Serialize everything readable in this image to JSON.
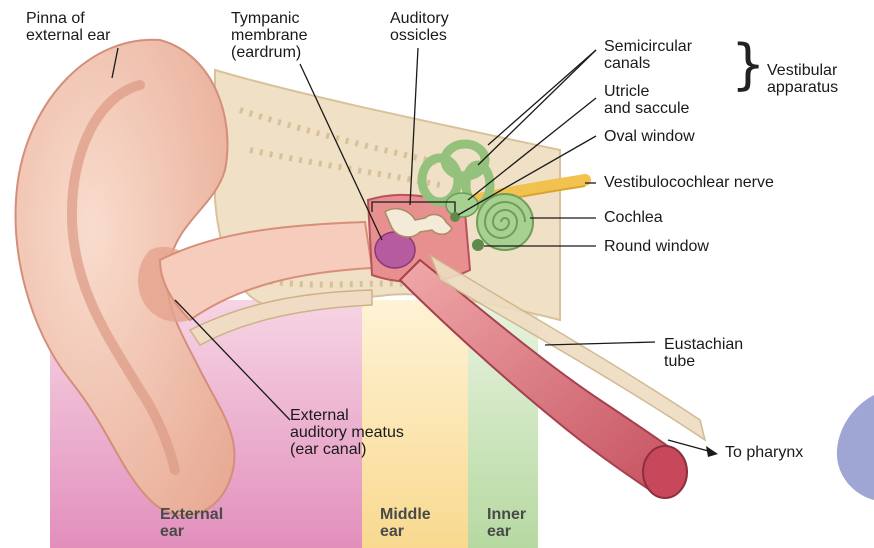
{
  "zones": {
    "external": [
      "External",
      "ear"
    ],
    "middle": [
      "Middle",
      "ear"
    ],
    "inner": [
      "Inner",
      "ear"
    ]
  },
  "labels": {
    "pinna": [
      "Pinna of",
      "external ear"
    ],
    "tympanic": [
      "Tympanic",
      "membrane",
      "(eardrum)"
    ],
    "ossicles": [
      "Auditory",
      "ossicles"
    ],
    "semicircular": [
      "Semicircular",
      "canals"
    ],
    "utricle": [
      "Utricle",
      "and saccule"
    ],
    "vestibular": [
      "Vestibular",
      "apparatus"
    ],
    "oval_window": "Oval window",
    "nerve": "Vestibulocochlear nerve",
    "cochlea": "Cochlea",
    "round_window": "Round window",
    "eustachian": [
      "Eustachian",
      "tube"
    ],
    "meatus": [
      "External",
      "auditory meatus",
      "(ear canal)"
    ],
    "pharynx": "To pharynx"
  },
  "colors": {
    "external_zone": "#e9a7c8",
    "middle_zone": "#fbe6b2",
    "inner_zone": "#cfe6c1",
    "skin": "#f1c4b2",
    "skin_dark": "#e5a993",
    "bone": "#ead8b9",
    "eardrum": "#b65ba0",
    "tube": "#d9707c",
    "labyrinth": "#9dc78a",
    "nerve": "#f2c24e"
  }
}
